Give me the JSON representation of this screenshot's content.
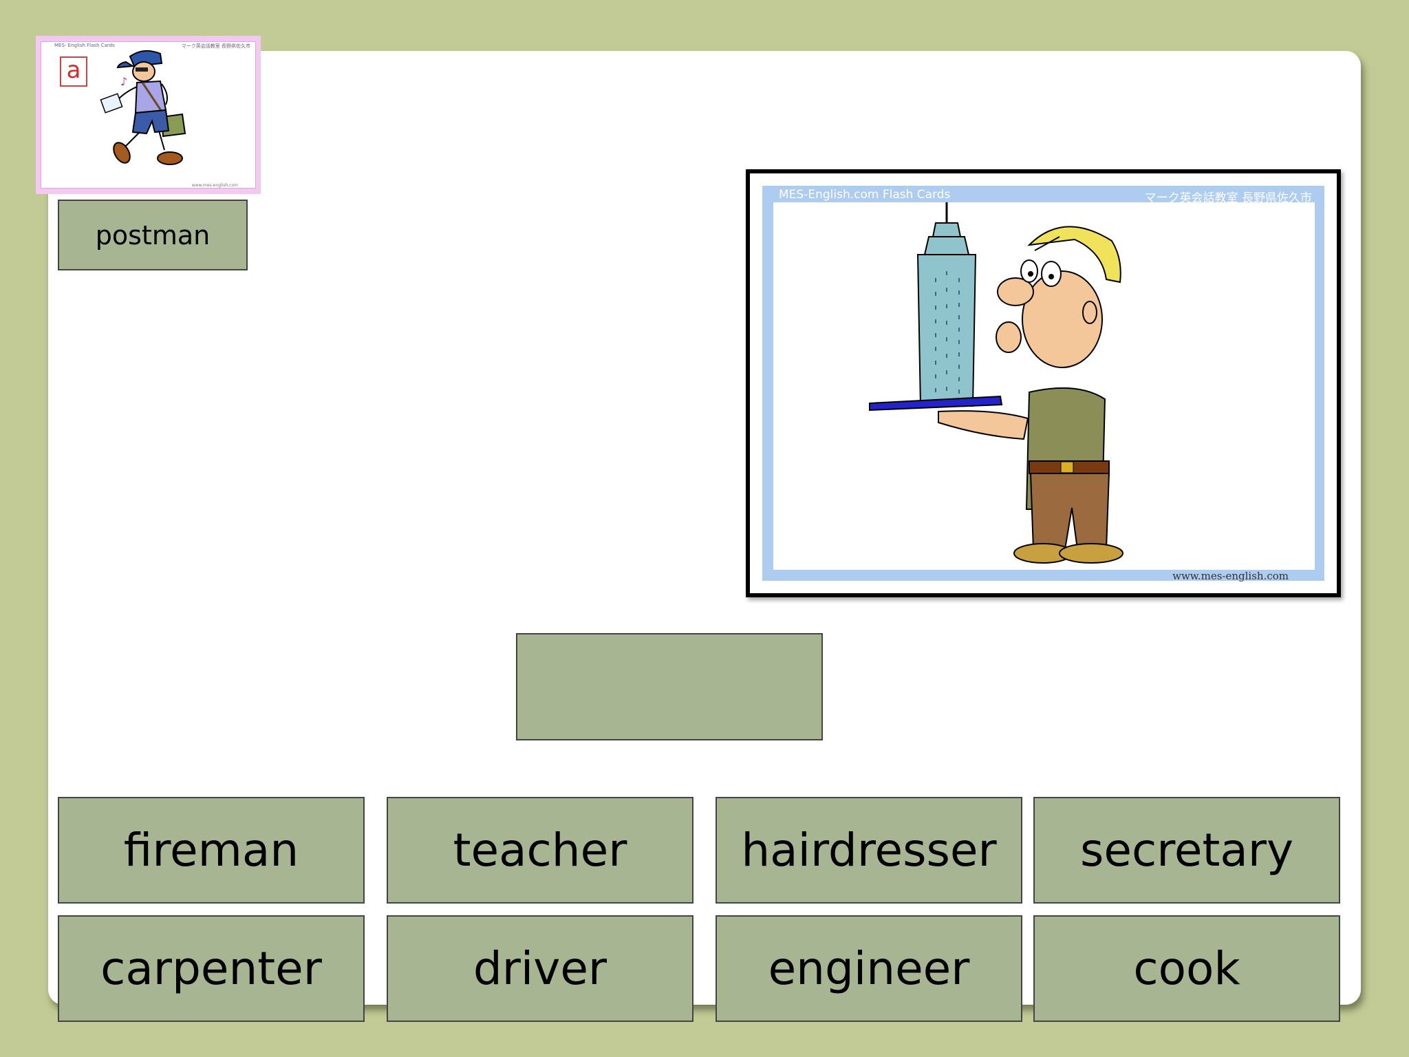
{
  "cards": {
    "small_card": {
      "letter": "a",
      "header_left": "MES- English    Flash Cards",
      "header_right": "マーク英会話教室 長野県佐久市",
      "footer": "www.mes-english.com",
      "depicts": "postman"
    },
    "large_card": {
      "header_left": "MES-English.com    Flash Cards",
      "header_right": "マーク英会話教室 長野県佐久市",
      "footer": "www.mes-english.com",
      "depicts": "engineer"
    }
  },
  "matched_label": "postman",
  "answer_slot": "",
  "options": [
    "fireman",
    "teacher",
    "hairdresser",
    "secretary",
    "carpenter",
    "driver",
    "engineer",
    "cook"
  ],
  "colors": {
    "background": "#c2cb95",
    "slide": "#ffffff",
    "box_fill": "#a8b593",
    "box_border": "#444444",
    "small_card_border": "#f3c9f1",
    "large_card_border": "#aecbf0"
  }
}
